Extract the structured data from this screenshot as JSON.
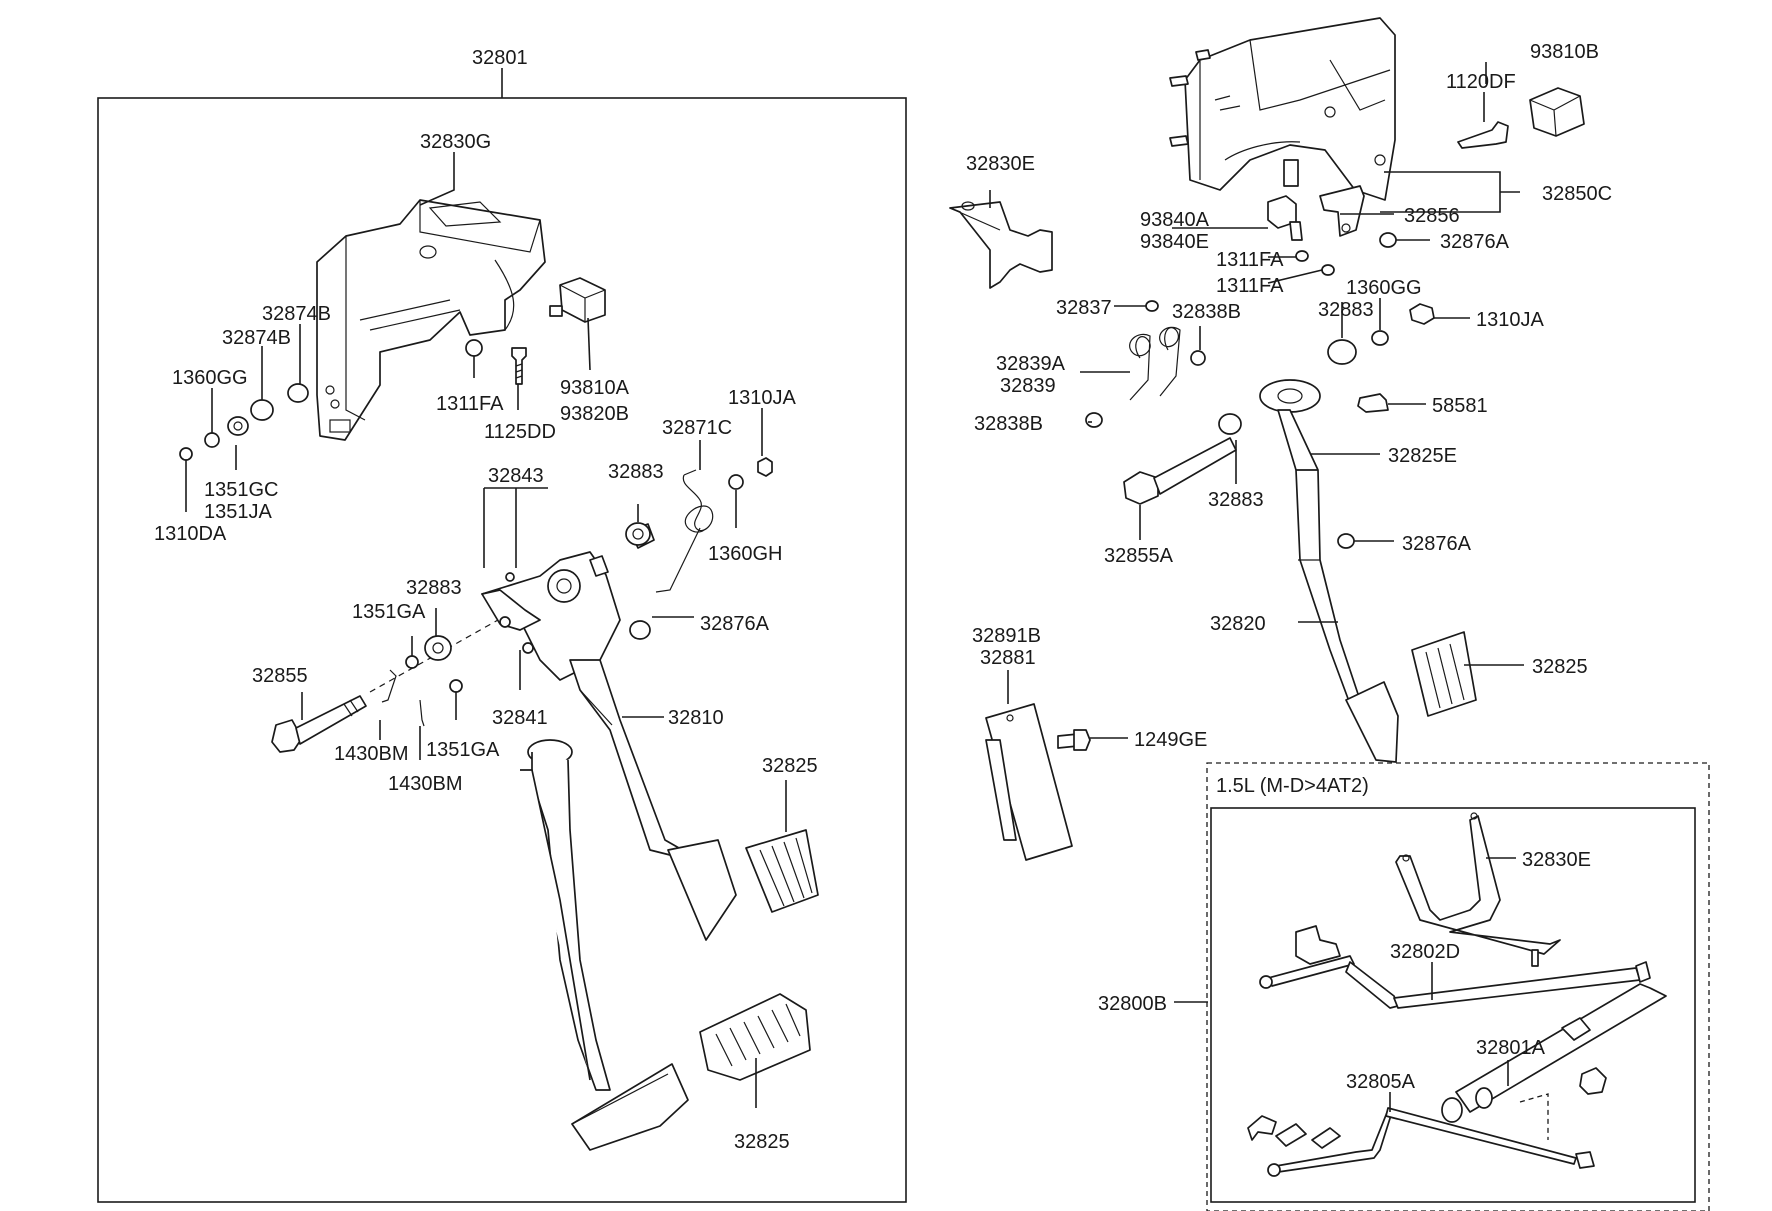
{
  "labels": {
    "l_32801": "32801",
    "l_32830G": "32830G",
    "l_32874B_a": "32874B",
    "l_32874B_b": "32874B",
    "l_1360GG": "1360GG",
    "l_1311FA": "1311FA",
    "l_1125DD": "1125DD",
    "l_93810A": "93810A",
    "l_93820B": "93820B",
    "l_1351GC": "1351GC",
    "l_1351JA": "1351JA",
    "l_1310DA": "1310DA",
    "l_1310JA": "1310JA",
    "l_32871C": "32871C",
    "l_32843": "32843",
    "l_32883_a": "32883",
    "l_1360GH": "1360GH",
    "l_32883_b": "32883",
    "l_1351GA_a": "1351GA",
    "l_32876A_a": "32876A",
    "l_32855": "32855",
    "l_32841": "32841",
    "l_32810": "32810",
    "l_1430BM_a": "1430BM",
    "l_1351GA_b": "1351GA",
    "l_1430BM_b": "1430BM",
    "l_32825_a": "32825",
    "l_32825_b": "32825",
    "l_93810B": "93810B",
    "l_1120DF": "1120DF",
    "l_32830E_a": "32830E",
    "l_32850C": "32850C",
    "l_93840A": "93840A",
    "l_32856": "32856",
    "l_93840E": "93840E",
    "l_32876A_b": "32876A",
    "l_1311FA_b": "1311FA",
    "l_1311FA_c": "1311FA",
    "l_1360GG_b": "1360GG",
    "l_32837": "32837",
    "l_32838B_a": "32838B",
    "l_32883_c": "32883",
    "l_1310JA_b": "1310JA",
    "l_32839A": "32839A",
    "l_32839": "32839",
    "l_58581": "58581",
    "l_32838B_b": "32838B",
    "l_32825E": "32825E",
    "l_32883_d": "32883",
    "l_32876A_c": "32876A",
    "l_32855A": "32855A",
    "l_32820": "32820",
    "l_32891B": "32891B",
    "l_32881": "32881",
    "l_32825_c": "32825",
    "l_1249GE": "1249GE",
    "l_variant": "1.5L (M-D>4AT2)",
    "l_32830E_b": "32830E",
    "l_32802D": "32802D",
    "l_32800B": "32800B",
    "l_32801A": "32801A",
    "l_32805A": "32805A"
  }
}
